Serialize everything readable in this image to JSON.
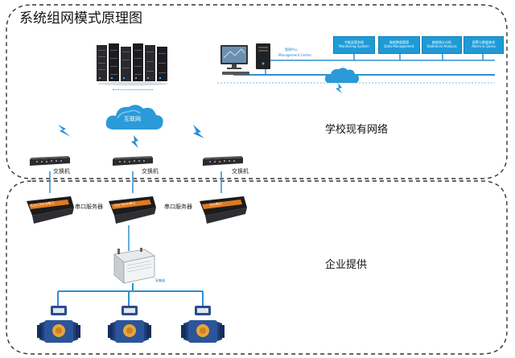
{
  "title": "系统组网模式原理图",
  "regions": {
    "school_network": "学校现有网络",
    "enterprise": "企业提供"
  },
  "top_network": {
    "cloud_label": "互联网",
    "monitor_link_label": "管理中心",
    "monitor_link_sublabel": "Management Center",
    "boxes": [
      {
        "title": "节能监管系统",
        "subtitle": "Monitoring System"
      },
      {
        "title": "能耗数据管理",
        "subtitle": "Data Management"
      },
      {
        "title": "能耗统计分析",
        "subtitle": "Statistical Analysis"
      },
      {
        "title": "报警与数据查询",
        "subtitle": "Alarm & Query"
      }
    ]
  },
  "switches": [
    {
      "label": "交换机"
    },
    {
      "label": "交换机"
    },
    {
      "label": "交换机"
    }
  ],
  "serial_servers": [
    {
      "label": "串口服务器",
      "screen": "Ezy CSerie串口"
    },
    {
      "label": "串口服务器",
      "screen": "Ezy Serie串口"
    },
    {
      "label": "",
      "screen": "Ezy串口"
    }
  ],
  "gateway": {
    "label": "采集器"
  },
  "colors": {
    "accent": "#1e9bd7",
    "line": "#2f8fd0",
    "lightning": "#2a8fd6",
    "border": "#333333"
  },
  "icons": [
    "server-rack-icon",
    "cloud-icon",
    "computer-icon",
    "switch-icon",
    "serial-server-icon",
    "gateway-icon",
    "water-meter-icon",
    "lightning-icon"
  ]
}
